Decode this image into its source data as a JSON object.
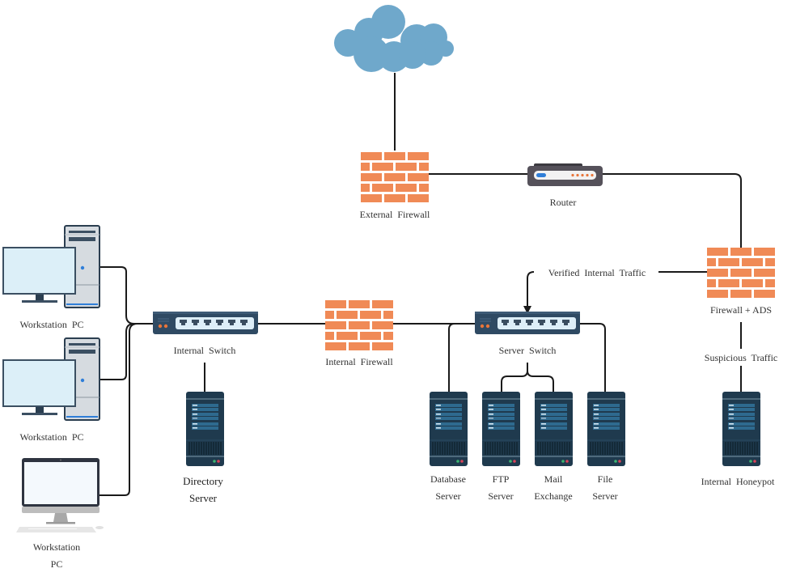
{
  "diagram": {
    "title": "Network Topology",
    "colors": {
      "cloud": "#6FA8CB",
      "firewall_brick": "#F08A56",
      "router_body": "#55515A",
      "switch_body": "#2F4A63",
      "switch_panel": "#DDEEF8",
      "server_body": "#1F3A4E",
      "server_slot": "#2E6A8F",
      "pc_screen": "#DCEFF8",
      "pc_tower": "#D6DBE0",
      "line": "#1a1a1a",
      "led_orange": "#E8753A",
      "led_blue": "#2F7ED8",
      "led_green": "#3CB371",
      "led_red": "#D9435A"
    },
    "nodes": {
      "internet": {
        "label": "",
        "icon": "cloud-icon"
      },
      "external_firewall": {
        "label": "External  Firewall",
        "icon": "firewall-icon"
      },
      "router": {
        "label": "Router",
        "icon": "router-icon"
      },
      "firewall_ads": {
        "label": "Firewall + ADS",
        "icon": "firewall-icon"
      },
      "internal_firewall": {
        "label": "Internal  Firewall",
        "icon": "firewall-icon"
      },
      "internal_switch": {
        "label": "Internal  Switch",
        "icon": "switch-icon"
      },
      "server_switch": {
        "label": "Server  Switch",
        "icon": "switch-icon"
      },
      "directory_server": {
        "label": "Directory\nServer",
        "icon": "server-icon"
      },
      "database_server": {
        "label": "Database\nServer",
        "icon": "server-icon"
      },
      "ftp_server": {
        "label": "FTP\nServer",
        "icon": "server-icon"
      },
      "mail_exchange": {
        "label": "Mail\nExchange",
        "icon": "server-icon"
      },
      "file_server": {
        "label": "File\nServer",
        "icon": "server-icon"
      },
      "internal_honeypot": {
        "label": "Internal  Honeypot",
        "icon": "server-icon"
      },
      "workstation_1": {
        "label": "Workstation  PC",
        "icon": "desktop-pc-icon"
      },
      "workstation_2": {
        "label": "Workstation  PC",
        "icon": "desktop-pc-icon"
      },
      "workstation_3": {
        "label": "Workstation\nPC",
        "icon": "all-in-one-pc-icon"
      }
    },
    "edge_labels": {
      "verified_traffic": "Verified  Internal  Traffic",
      "suspicious_traffic": "Suspicious  Traffic"
    },
    "edges": [
      {
        "from": "internet",
        "to": "external_firewall"
      },
      {
        "from": "external_firewall",
        "to": "router"
      },
      {
        "from": "router",
        "to": "firewall_ads"
      },
      {
        "from": "firewall_ads",
        "to": "server_switch",
        "label": "Verified  Internal  Traffic",
        "arrow": true
      },
      {
        "from": "firewall_ads",
        "to": "internal_honeypot",
        "label": "Suspicious  Traffic"
      },
      {
        "from": "internal_switch",
        "to": "internal_firewall"
      },
      {
        "from": "internal_firewall",
        "to": "server_switch"
      },
      {
        "from": "internal_switch",
        "to": "directory_server"
      },
      {
        "from": "internal_switch",
        "to": "workstation_1"
      },
      {
        "from": "internal_switch",
        "to": "workstation_2"
      },
      {
        "from": "internal_switch",
        "to": "workstation_3"
      },
      {
        "from": "server_switch",
        "to": "database_server"
      },
      {
        "from": "server_switch",
        "to": "ftp_server"
      },
      {
        "from": "server_switch",
        "to": "mail_exchange"
      },
      {
        "from": "server_switch",
        "to": "file_server"
      }
    ]
  }
}
